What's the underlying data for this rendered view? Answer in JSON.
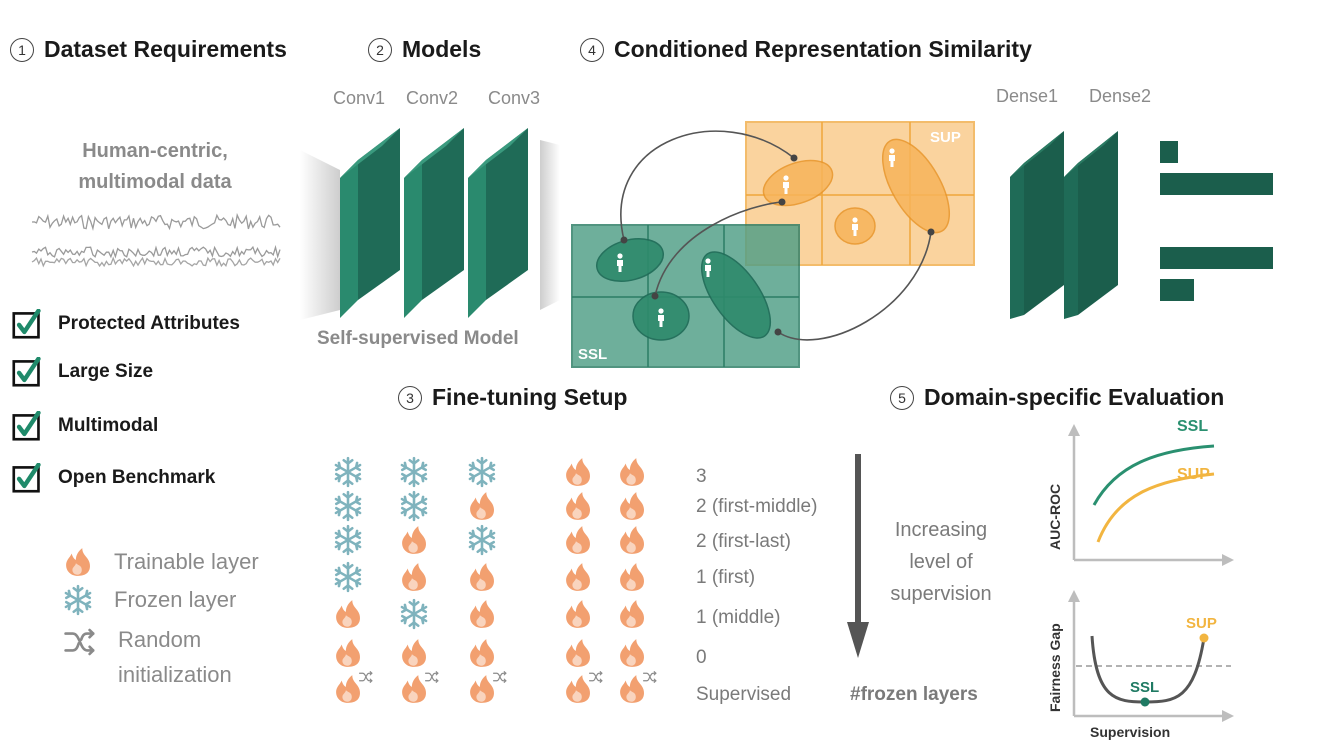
{
  "sections": {
    "s1": {
      "num": "1",
      "title": "Dataset Requirements"
    },
    "s2": {
      "num": "2",
      "title": "Models"
    },
    "s3": {
      "num": "3",
      "title": "Fine-tuning Setup"
    },
    "s4": {
      "num": "4",
      "title": "Conditioned Representation Similarity"
    },
    "s5": {
      "num": "5",
      "title": "Domain-specific Evaluation"
    }
  },
  "dataset": {
    "heading_line1": "Human-centric,",
    "heading_line2": "multimodal data",
    "requirements": [
      "Protected Attributes",
      "Large Size",
      "Multimodal",
      "Open Benchmark"
    ]
  },
  "legend": {
    "trainable": "Trainable layer",
    "frozen": "Frozen layer",
    "random_line1": "Random",
    "random_line2": "initialization"
  },
  "models": {
    "conv_labels": [
      "Conv1",
      "Conv2",
      "Conv3"
    ],
    "dense_labels": [
      "Dense1",
      "Dense2"
    ],
    "ssl_model_label": "Self-supervised Model"
  },
  "similarity": {
    "ssl_label": "SSL",
    "sup_label": "SUP"
  },
  "finetuning": {
    "levels": [
      "3",
      "2 (first-middle)",
      "2 (first-last)",
      "1 (first)",
      "1 (middle)",
      "0",
      "Supervised"
    ],
    "arrow_line1": "Increasing",
    "arrow_line2": "level of",
    "arrow_line3": "supervision",
    "frozen_layers_label": "#frozen layers"
  },
  "evaluation": {
    "top_ylabel": "AUC-ROC",
    "top_ssl": "SSL",
    "top_sup": "SUP",
    "bottom_ylabel": "Fairness Gap",
    "bottom_xlabel": "Supervision",
    "bottom_ssl": "SSL",
    "bottom_sup": "SUP"
  },
  "colors": {
    "teal": "#1f7a63",
    "teal_dark": "#1b5e4c",
    "orange": "#f0a63a",
    "flame": "#f2a070",
    "snow": "#7fb3bd"
  },
  "grid_rows": [
    [
      "snow",
      "snow",
      "snow",
      "flame",
      "flame"
    ],
    [
      "snow",
      "snow",
      "flame",
      "flame",
      "flame"
    ],
    [
      "snow",
      "flame",
      "snow",
      "flame",
      "flame"
    ],
    [
      "snow",
      "flame",
      "flame",
      "flame",
      "flame"
    ],
    [
      "flame",
      "snow",
      "flame",
      "flame",
      "flame"
    ],
    [
      "flame",
      "flame",
      "flame",
      "flame",
      "flame"
    ],
    [
      "flame-rand",
      "flame-rand",
      "flame-rand",
      "flame-rand",
      "flame-rand"
    ]
  ]
}
